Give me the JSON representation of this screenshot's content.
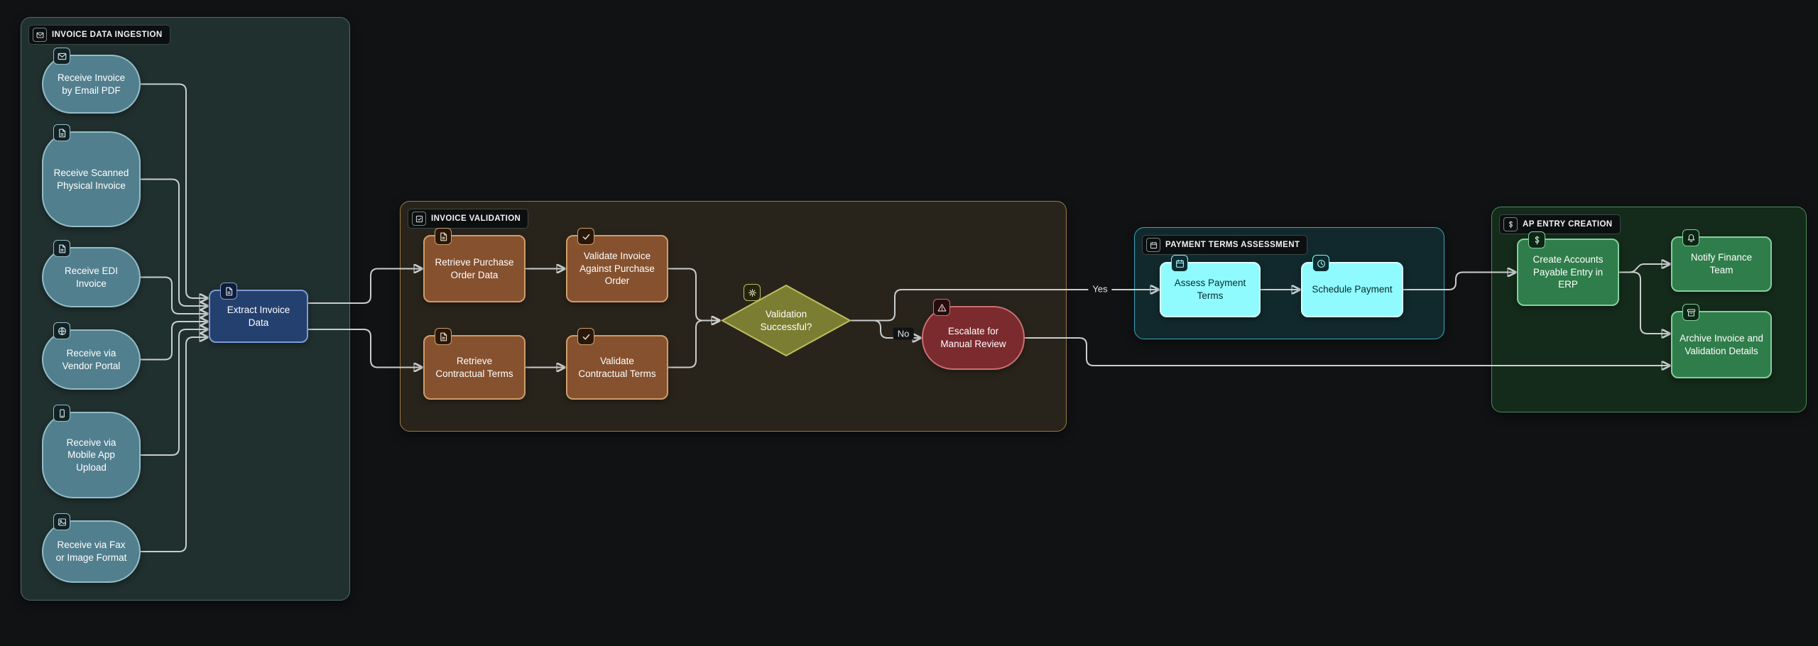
{
  "palette": {
    "background": "#111214",
    "edge": "#c9cdce",
    "ingestion_group_border": "#4f6b6b",
    "ingestion_node": "#527f8e",
    "extract_node": "#24406f",
    "validation_group_border": "#9a7a42",
    "validation_node": "#85512f",
    "decision_node": "#7b7d32",
    "escalate_node": "#7b2a2e",
    "payment_group_border": "#38a8bc",
    "payment_node": "#90fbff",
    "ap_group_border": "#478f5c",
    "ap_node": "#2f7d4a"
  },
  "groups": {
    "ingestion": {
      "label": "INVOICE DATA INGESTION",
      "icon": "envelope-icon"
    },
    "validation": {
      "label": "INVOICE VALIDATION",
      "icon": "checkbox-icon"
    },
    "payment": {
      "label": "PAYMENT TERMS ASSESSMENT",
      "icon": "calendar-icon"
    },
    "ap": {
      "label": "AP ENTRY CREATION",
      "icon": "dollar-icon"
    }
  },
  "nodes": {
    "receive_email": {
      "label": "Receive Invoice by Email PDF",
      "icon": "envelope-icon"
    },
    "receive_scanned": {
      "label": "Receive Scanned Physical Invoice",
      "icon": "document-icon"
    },
    "receive_edi": {
      "label": "Receive EDI Invoice",
      "icon": "document-icon"
    },
    "receive_portal": {
      "label": "Receive via Vendor Portal",
      "icon": "globe-icon"
    },
    "receive_mobile": {
      "label": "Receive via Mobile App Upload",
      "icon": "mobile-icon"
    },
    "receive_fax": {
      "label": "Receive via Fax or Image Format",
      "icon": "image-icon"
    },
    "extract": {
      "label": "Extract Invoice Data",
      "icon": "document-icon"
    },
    "retrieve_po": {
      "label": "Retrieve Purchase Order Data",
      "icon": "document-icon"
    },
    "validate_po": {
      "label": "Validate Invoice Against Purchase Order",
      "icon": "check-icon"
    },
    "retrieve_terms": {
      "label": "Retrieve Contractual Terms",
      "icon": "document-icon"
    },
    "validate_terms": {
      "label": "Validate Contractual Terms",
      "icon": "check-icon"
    },
    "decision": {
      "label": "Validation Successful?",
      "icon": "gear-icon"
    },
    "escalate": {
      "label": "Escalate for Manual Review",
      "icon": "warning-icon"
    },
    "assess": {
      "label": "Assess Payment Terms",
      "icon": "calendar-icon"
    },
    "schedule": {
      "label": "Schedule Payment",
      "icon": "clock-icon"
    },
    "create_ap": {
      "label": "Create Accounts Payable Entry in ERP",
      "icon": "dollar-icon"
    },
    "notify": {
      "label": "Notify Finance Team",
      "icon": "bell-icon"
    },
    "archive": {
      "label": "Archive Invoice and Validation Details",
      "icon": "archive-icon"
    }
  },
  "edge_labels": {
    "yes": "Yes",
    "no": "No"
  }
}
